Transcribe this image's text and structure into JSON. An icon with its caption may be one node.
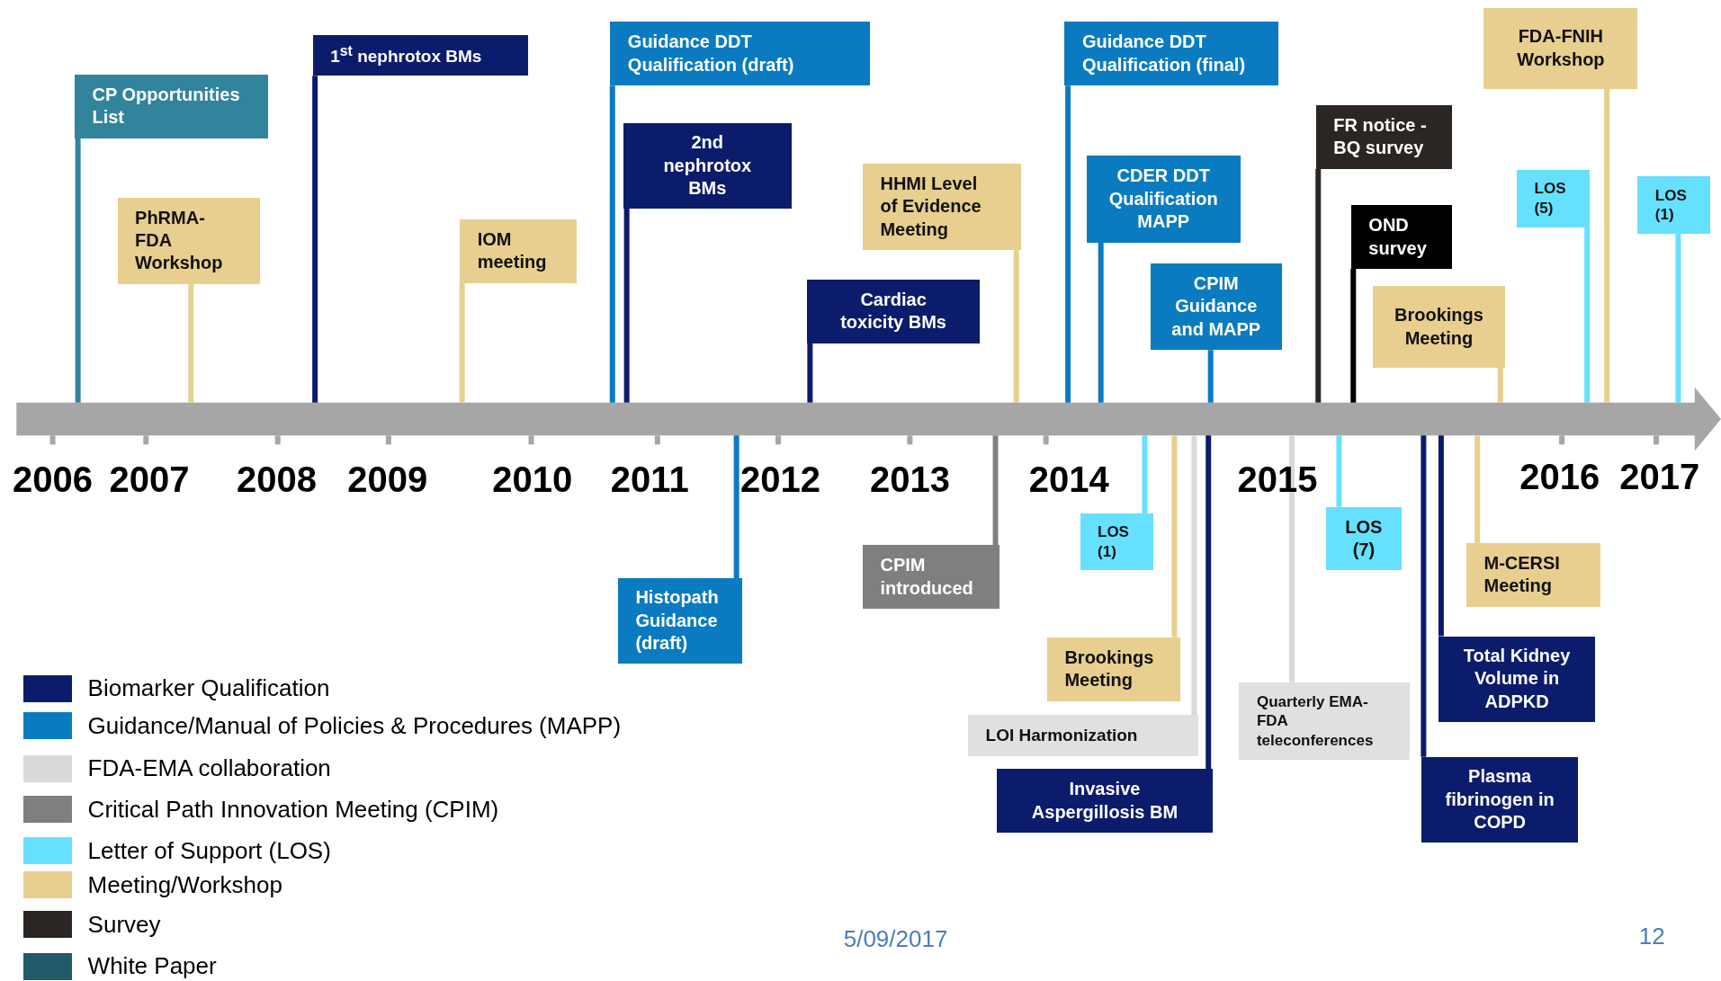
{
  "diagram": {
    "nodes": [
      {
        "text": [
          "CP Opportunities List"
        ]
      },
      {
        "text": [
          "PhRMA-FDA Workshop"
        ]
      },
      {
        "text": [
          "1$^{st}$ nephrotox BMs"
        ]
      },
      {
        "text": [
          "IOM meeting"
        ]
      },
      {
        "text": [
          "Guidance DDT Qualification (draft)"
        ]
      },
      {
        "text": [
          "2nd nephrotox BMs"
        ]
      },
      {
        "text": [
          "Cardiac toxicity BMs"
        ]
      },
      {
        "text": [
          "HHMI Level of Evidence Meeting"
        ]
      },
      {
        "text": [
          "Guidance DDT Qualification (final)"
        ]
      },
      {
        "text": [
          "CDER DDT Qualification MAPP"
        ]
      },
      {
        "text": [
          "CPIM Guidance and MAPP"
        ]
      },
      {
        "text": [
          "FR notice - BQ survey"
        ]
      },
      {
        "text": [
          "OND survey"
        ]
      },
      {
        "text": [
          "Brookings Meeting"
        ]
      },
      {
        "text": [
          "FDA-FNIH Workshop"
        ]
      },
      {
        "text": [
          "LOS (5)"
        ]
      },
      {
        "text": [
          "LOS (1)"
        ]
      },
      {
        "text": [
          "Histopath Guidance (draft)"
        ]
      },
      {
        "text": [
          "CPIM introduced"
        ]
      },
      {
        "text": [
          "LOS (1)"
        ]
      },
      {
        "text": [
          "Brookings Meeting"
        ]
      },
      {
        "text": [
          "LOI Harmonization"
        ]
      },
      {
        "text": [
          "Invasive Aspergillosis BM"
        ]
      },
      {
        "text": [
          "Quarterly EMA-FDA teleconferences"
        ]
      },
      {
        "text": [
          "LOS (7)"
        ]
      },
      {
        "text": [
          "M-CERSI Meeting"
        ]
      },
      {
        "text": [
          "Total Kidney Volume in ADPKD"
        ]
      },
      {
        "text": [
          "Plasma fibrinogen in COPD"
        ]
      }
    ],
    "edges": [
      {
        "from": 0,
        "to": null,
        "arrow": "none",
        "color": "#31849b"
      },
      {
        "from": 1,
        "to": null,
        "arrow": "none",
        "color": "#e8cf8f"
      },
      {
        "from": 2,
        "to": null,
        "arrow": "none",
        "color": "#0c1c6c"
      },
      {
        "from": 3,
        "to": null,
        "arrow": "none",
        "color": "#e8cf8f"
      },
      {
        "from": 4,
        "to": null,
        "arrow": "none",
        "color": "#0a7bc1"
      },
      {
        "from": 5,
        "to": null,
        "arrow": "none",
        "color": "#0c1c6c"
      },
      {
        "from": 6,
        "to": null,
        "arrow": "none",
        "color": "#0c1c6c"
      },
      {
        "from": 7,
        "to": null,
        "arrow": "none",
        "color": "#e8cf8f"
      },
      {
        "from": 8,
        "to": null,
        "arrow": "none",
        "color": "#0a7bc1"
      },
      {
        "from": 9,
        "to": null,
        "arrow": "none",
        "color": "#0a7bc1"
      },
      {
        "from": 10,
        "to": null,
        "arrow": "none",
        "color": "#0a7bc1"
      },
      {
        "from": 11,
        "to": null,
        "arrow": "none",
        "color": "#2b2623"
      },
      {
        "from": 12,
        "to": null,
        "arrow": "none",
        "color": "#000000"
      },
      {
        "from": 13,
        "to": null,
        "arrow": "none",
        "color": "#e8cf8f"
      },
      {
        "from": 14,
        "to": null,
        "arrow": "none",
        "color": "#e8cf8f"
      },
      {
        "from": 15,
        "to": null,
        "arrow": "none",
        "color": "#66e0ff"
      },
      {
        "from": 16,
        "to": null,
        "arrow": "none",
        "color": "#66e0ff"
      },
      {
        "from": 17,
        "to": null,
        "arrow": "none",
        "color": "#0a7bc1"
      },
      {
        "from": 18,
        "to": null,
        "arrow": "none",
        "color": "#7f7f7f"
      },
      {
        "from": 19,
        "to": null,
        "arrow": "none",
        "color": "#66e0ff"
      },
      {
        "from": 20,
        "to": null,
        "arrow": "none",
        "color": "#e8cf8f"
      },
      {
        "from": 21,
        "to": null,
        "arrow": "none",
        "color": "#d9d9d9"
      },
      {
        "from": 22,
        "to": null,
        "arrow": "none",
        "color": "#0c1c6c"
      },
      {
        "from": 23,
        "to": null,
        "arrow": "none",
        "color": "#d9d9d9"
      },
      {
        "from": 24,
        "to": null,
        "arrow": "none",
        "color": "#66e0ff"
      },
      {
        "from": 25,
        "to": null,
        "arrow": "none",
        "color": "#e8cf8f"
      },
      {
        "from": 26,
        "to": null,
        "arrow": "none",
        "color": "#0c1c6c"
      },
      {
        "from": 27,
        "to": null,
        "arrow": "none",
        "color": "#0c1c6c"
      }
    ],
    "labels": [
      "2006",
      "2007",
      "2008",
      "2009",
      "2010",
      "2011",
      "2012",
      "2013",
      "2014",
      "2015",
      "2016",
      "2017",
      "5/09/2017",
      "12"
    ],
    "legend": [
      {
        "text": "Biomarker Qualification",
        "color": "#0c1c6c"
      },
      {
        "text": "Guidance/Manual of Policies & Procedures (MAPP)",
        "color": "#0a7bc1"
      },
      {
        "text": "FDA-EMA collaboration",
        "color": "#d9d9d9"
      },
      {
        "text": "Critical Path Innovation Meeting (CPIM)",
        "color": "#7f7f7f"
      },
      {
        "text": "Letter of Support (LOS)",
        "color": "#66e0ff"
      },
      {
        "text": "Meeting/Workshop",
        "color": "#e8cf8f"
      },
      {
        "text": "Survey",
        "color": "#2b2623"
      },
      {
        "text": "White Paper",
        "color": "#215a6a"
      }
    ]
  }
}
